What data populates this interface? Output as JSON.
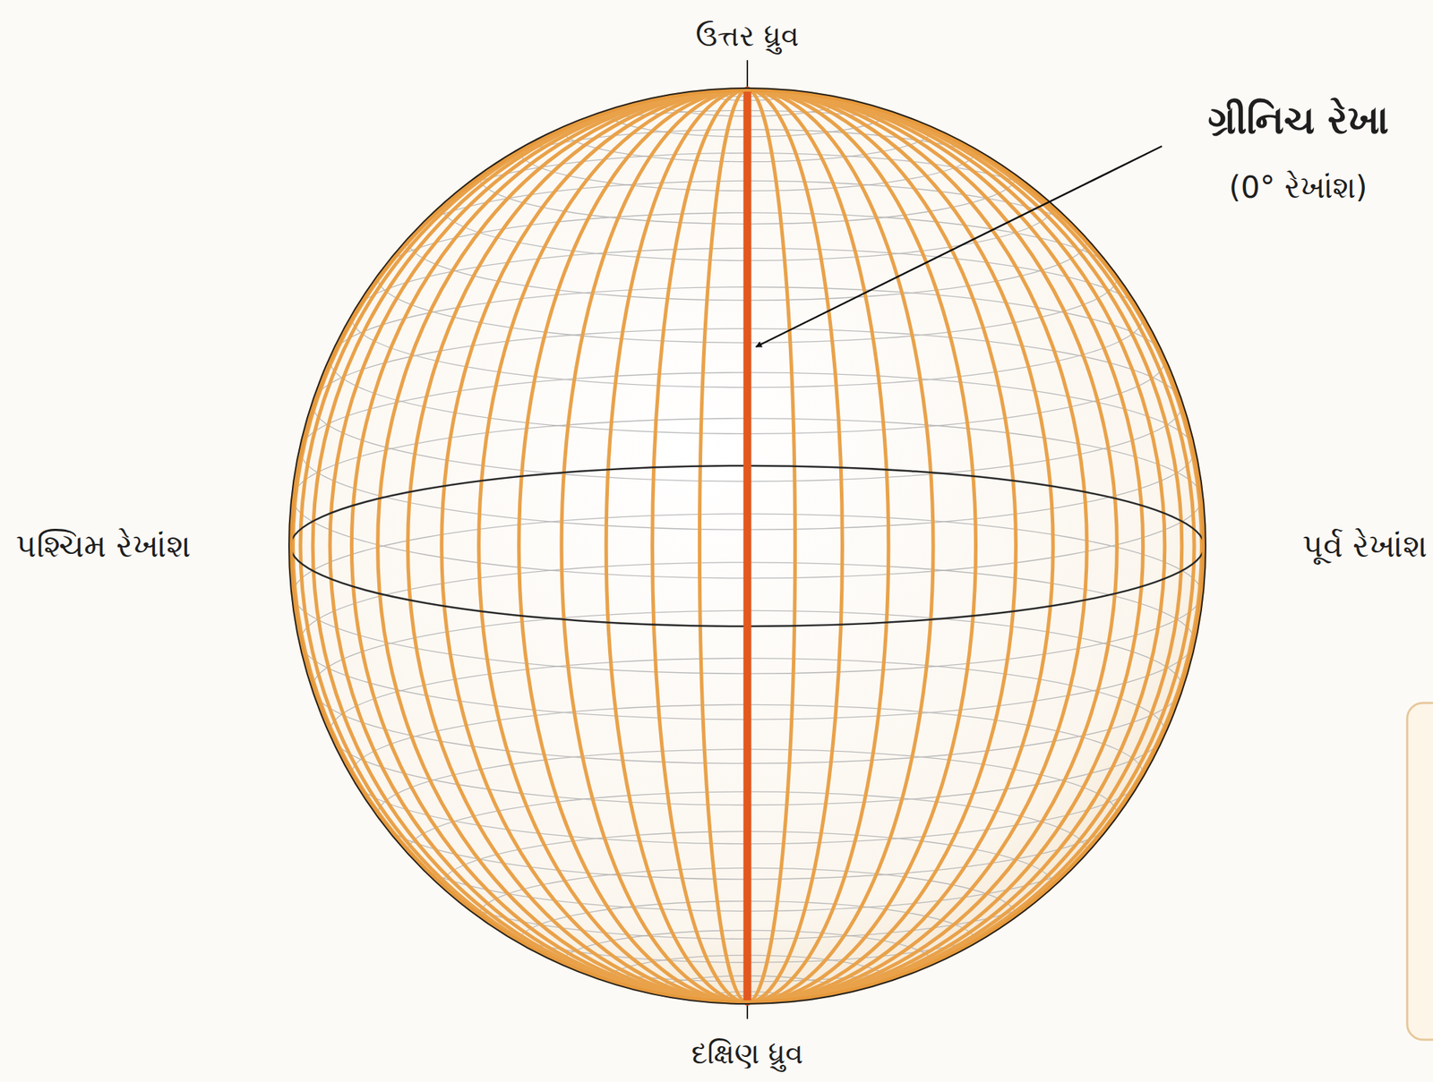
{
  "diagram": {
    "labels": [
      "ઉત્તર ધ્રુવ",
      "ગ્રીનિચ રેખા",
      "(0° રેખાંશ)",
      "પશ્ચિમ રેખાંશ",
      "પૂર્વ રેખાંશ",
      "દક્ષિણ ધ્રુવ"
    ]
  }
}
